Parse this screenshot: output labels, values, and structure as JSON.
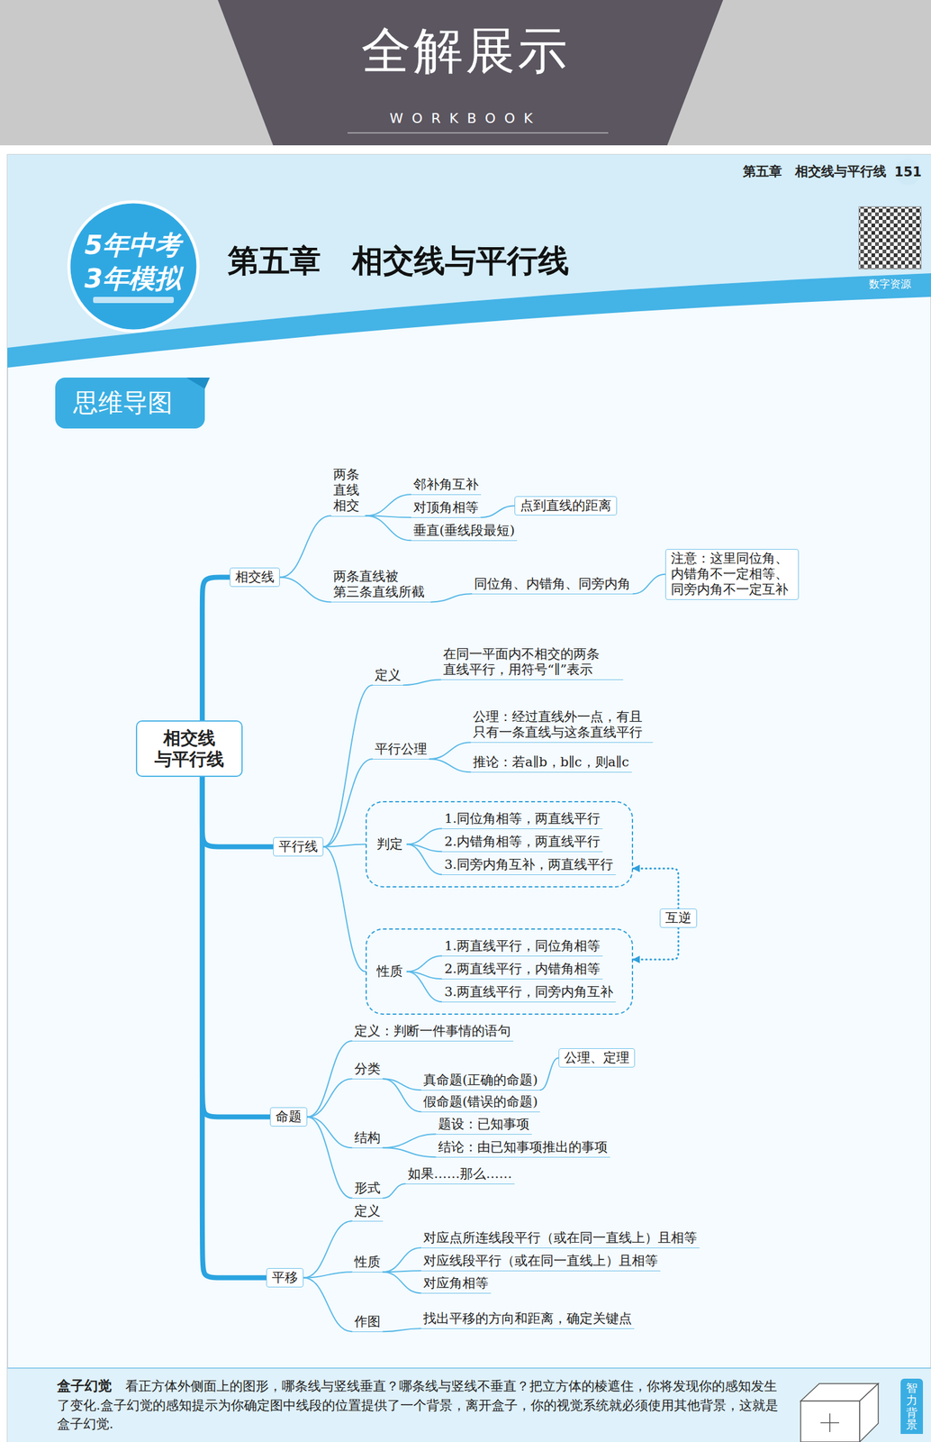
{
  "diagram": {
    "title": "第五章　相交线与平行线",
    "nodes": [
      {
        "text": [
          "相交线 与平行线"
        ]
      },
      {
        "text": [
          "相交线"
        ]
      },
      {
        "text": [
          "两条 直线 相交"
        ]
      },
      {
        "text": [
          "邻补角互补"
        ]
      },
      {
        "text": [
          "对顶角相等"
        ]
      },
      {
        "text": [
          "点到直线的距离"
        ]
      },
      {
        "text": [
          "垂直(垂线段最短)"
        ]
      },
      {
        "text": [
          "两条直线被 第三条直线所截"
        ]
      },
      {
        "text": [
          "同位角、内错角、同旁内角"
        ]
      },
      {
        "text": [
          "注意：这里同位角、 内错角不一定相等、 同旁内角不一定互补"
        ]
      },
      {
        "text": [
          "平行线"
        ]
      },
      {
        "text": [
          "定义"
        ]
      },
      {
        "text": [
          "在同一平面内不相交的两条 直线平行，用符号“∥”表示"
        ]
      },
      {
        "text": [
          "平行公理"
        ]
      },
      {
        "text": [
          "公理：经过直线外一点，有且 只有一条直线与这条直线平行"
        ]
      },
      {
        "text": [
          "推论：若a∥b，b∥c，则a∥c"
        ]
      },
      {
        "text": [
          "判定"
        ]
      },
      {
        "text": [
          "1.同位角相等，两直线平行"
        ],
        "in": 16
      },
      {
        "text": [
          "2.内错角相等，两直线平行"
        ],
        "in": 16
      },
      {
        "text": [
          "3.同旁内角互补，两直线平行"
        ],
        "in": 16
      },
      {
        "text": [
          "互逆"
        ]
      },
      {
        "text": [
          "性质"
        ]
      },
      {
        "text": [
          "1.两直线平行，同位角相等"
        ],
        "in": 21
      },
      {
        "text": [
          "2.两直线平行，内错角相等"
        ],
        "in": 21
      },
      {
        "text": [
          "3.两直线平行，同旁内角互补"
        ],
        "in": 21
      },
      {
        "text": [
          "命题"
        ]
      },
      {
        "text": [
          "定义：判断一件事情的语句"
        ]
      },
      {
        "text": [
          "分类"
        ]
      },
      {
        "text": [
          "公理、定理"
        ]
      },
      {
        "text": [
          "真命题(正确的命题)"
        ]
      },
      {
        "text": [
          "假命题(错误的命题)"
        ]
      },
      {
        "text": [
          "结构"
        ]
      },
      {
        "text": [
          "题设：已知事项"
        ]
      },
      {
        "text": [
          "结论：由已知事项推出的事项"
        ]
      },
      {
        "text": [
          "形式"
        ]
      },
      {
        "text": [
          "如果……那么……"
        ]
      },
      {
        "text": [
          "平移"
        ]
      },
      {
        "text": [
          "定义"
        ]
      },
      {
        "text": [
          "性质"
        ]
      },
      {
        "text": [
          "对应点所连线段平行（或在同一直线上）且相等"
        ]
      },
      {
        "text": [
          "对应线段平行（或在同一直线上）且相等"
        ]
      },
      {
        "text": [
          "对应角相等"
        ]
      },
      {
        "text": [
          "作图"
        ]
      },
      {
        "text": [
          "找出平移的方向和距离，确定关键点"
        ]
      },
      {
        "text": [
          "盒子幻觉",
          "看正方体外侧面上的图形，哪条线与竖线垂直？哪条线与竖线不垂直？把立方体的棱遮住，你将发现你的感知发生了变化.盒子幻觉的感知提示为你确定图中线段的位置提供了一个背景，离开盒子，你的视觉系统就必须使用其他背景，这就是盒子幻觉."
        ]
      },
      {
        "text": [
          "智力背景"
        ],
        "in": 44
      }
    ],
    "edges": [
      {
        "from": 0,
        "to": 1,
        "arrow": "none"
      },
      {
        "from": 0,
        "to": 10,
        "arrow": "none"
      },
      {
        "from": 0,
        "to": 25,
        "arrow": "none"
      },
      {
        "from": 0,
        "to": 36,
        "arrow": "none"
      },
      {
        "from": 1,
        "to": 2,
        "arrow": "none"
      },
      {
        "from": 1,
        "to": 7,
        "arrow": "none"
      },
      {
        "from": 2,
        "to": 3,
        "arrow": "none"
      },
      {
        "from": 2,
        "to": 4,
        "arrow": "none"
      },
      {
        "from": 2,
        "to": 6,
        "arrow": "none"
      },
      {
        "from": 4,
        "to": 5,
        "arrow": "none"
      },
      {
        "from": 7,
        "to": 8,
        "arrow": "none"
      },
      {
        "from": 8,
        "to": 9,
        "arrow": "none"
      },
      {
        "from": 10,
        "to": 11,
        "arrow": "none"
      },
      {
        "from": 10,
        "to": 13,
        "arrow": "none"
      },
      {
        "from": 10,
        "to": 16,
        "arrow": "none"
      },
      {
        "from": 10,
        "to": 21,
        "arrow": "none"
      },
      {
        "from": 11,
        "to": 12,
        "arrow": "none"
      },
      {
        "from": 13,
        "to": 14,
        "arrow": "none"
      },
      {
        "from": 13,
        "to": 15,
        "arrow": "none"
      },
      {
        "from": 20,
        "to": 16,
        "arrow": "to"
      },
      {
        "from": 20,
        "to": 21,
        "arrow": "to"
      },
      {
        "from": 25,
        "to": 26,
        "arrow": "none"
      },
      {
        "from": 25,
        "to": 27,
        "arrow": "none"
      },
      {
        "from": 25,
        "to": 31,
        "arrow": "none"
      },
      {
        "from": 25,
        "to": 34,
        "arrow": "none"
      },
      {
        "from": 27,
        "to": 29,
        "arrow": "none"
      },
      {
        "from": 27,
        "to": 30,
        "arrow": "none"
      },
      {
        "from": 29,
        "to": 28,
        "arrow": "none"
      },
      {
        "from": 31,
        "to": 32,
        "arrow": "none"
      },
      {
        "from": 31,
        "to": 33,
        "arrow": "none"
      },
      {
        "from": 34,
        "to": 35,
        "arrow": "none"
      },
      {
        "from": 36,
        "to": 37,
        "arrow": "none"
      },
      {
        "from": 36,
        "to": 38,
        "arrow": "none"
      },
      {
        "from": 36,
        "to": 42,
        "arrow": "none"
      },
      {
        "from": 38,
        "to": 39,
        "arrow": "none"
      },
      {
        "from": 38,
        "to": 40,
        "arrow": "none"
      },
      {
        "from": 38,
        "to": 41,
        "arrow": "none"
      },
      {
        "from": 42,
        "to": 43,
        "arrow": "none"
      }
    ],
    "labels": [
      "全解展示",
      "WORKBOOK",
      "第五章　相交线与平行线",
      "151",
      "5年中考",
      "3年模拟",
      "数字资源",
      "思维导图"
    ]
  }
}
